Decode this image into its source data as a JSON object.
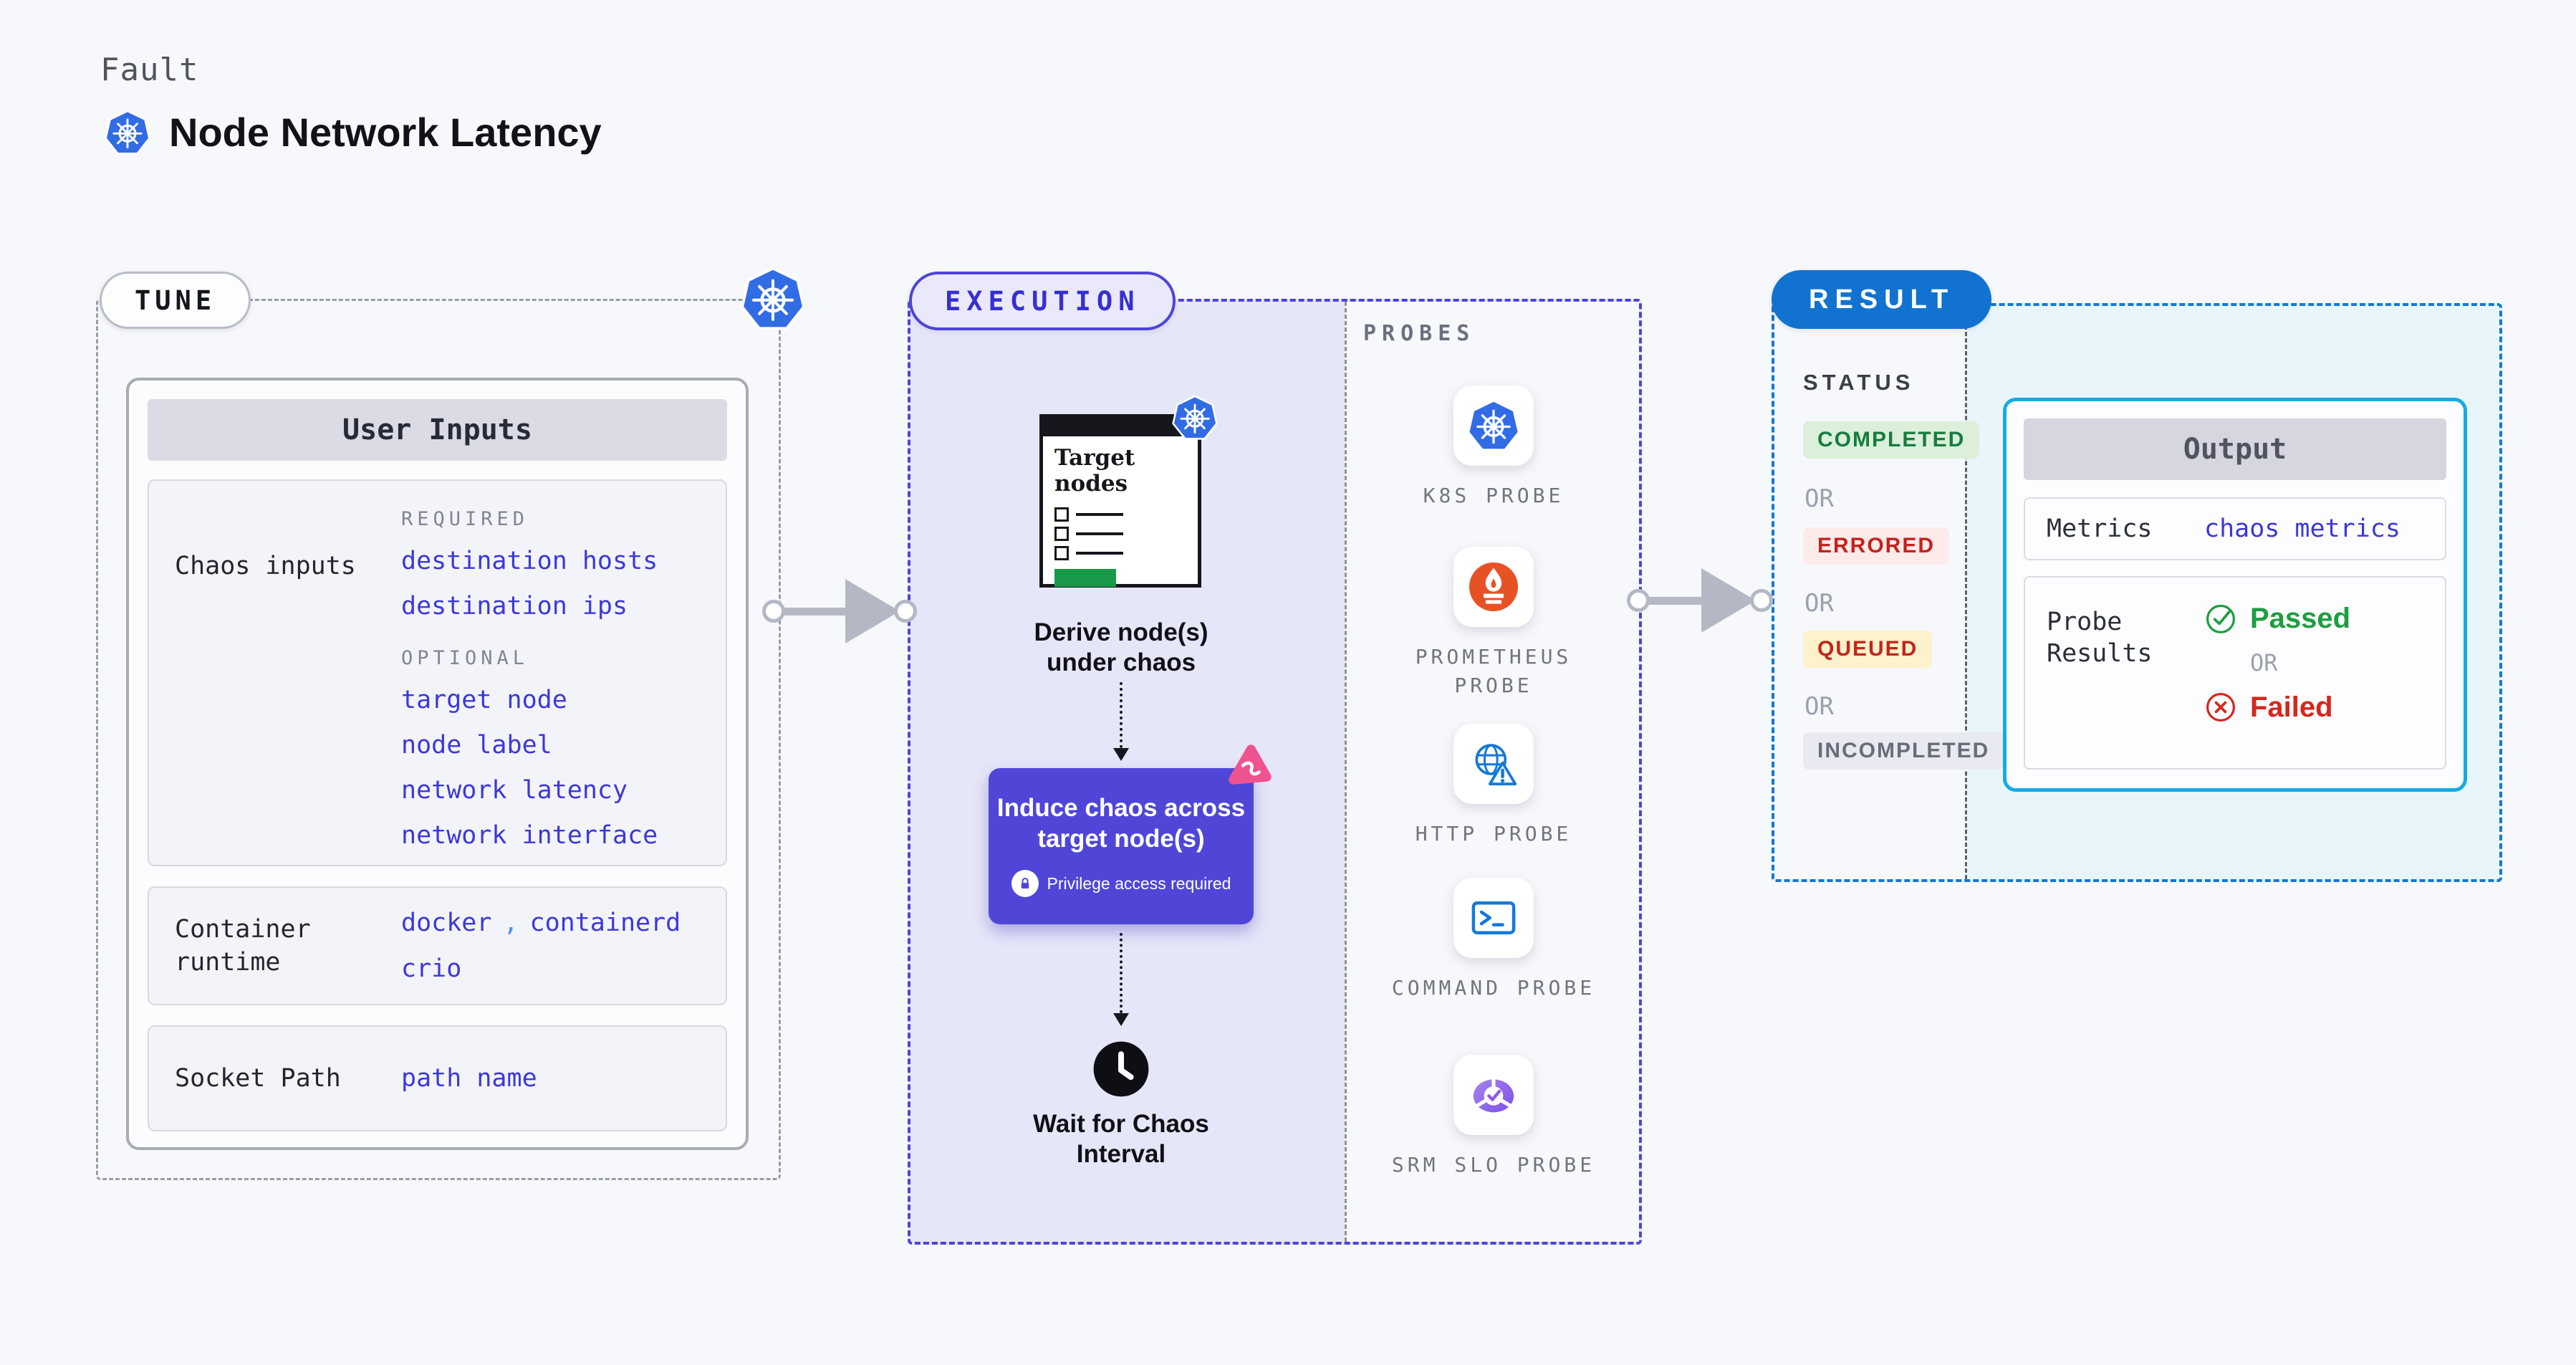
{
  "header": {
    "eyebrow": "Fault",
    "title": "Node Network Latency",
    "logo_icon": "kubernetes-icon"
  },
  "tune": {
    "badge": "TUNE",
    "corner_icon": "kubernetes-icon",
    "user_inputs": {
      "title": "User Inputs",
      "chaos_inputs": {
        "label": "Chaos inputs",
        "required_heading": "REQUIRED",
        "required": [
          "destination hosts",
          "destination ips"
        ],
        "optional_heading": "OPTIONAL",
        "optional": [
          "target node",
          "node label",
          "network latency",
          "network interface"
        ]
      },
      "container_runtime": {
        "label": "Container runtime",
        "value1": "docker",
        "separator": ",",
        "value2": "containerd",
        "value3": "crio"
      },
      "socket_path": {
        "label": "Socket Path",
        "value": "path name"
      }
    }
  },
  "execution": {
    "badge": "EXECUTION",
    "target_window": {
      "title": "Target nodes",
      "icon": "kubernetes-icon"
    },
    "derive_caption_line1": "Derive node(s)",
    "derive_caption_line2": "under chaos",
    "induce": {
      "title_line1": "Induce chaos across",
      "title_line2": "target node(s)",
      "note": "Privilege access required",
      "note_icon": "lock-icon",
      "corner_icon": "litmus-chaos-icon"
    },
    "wait_caption_line1": "Wait for Chaos",
    "wait_caption_line2": "Interval",
    "wait_icon": "clock-icon",
    "probes": {
      "heading": "PROBES",
      "items": [
        {
          "label": "K8S PROBE",
          "icon": "kubernetes-icon"
        },
        {
          "label": "PROMETHEUS PROBE",
          "icon": "prometheus-icon"
        },
        {
          "label": "HTTP PROBE",
          "icon": "http-globe-icon"
        },
        {
          "label": "COMMAND PROBE",
          "icon": "terminal-icon"
        },
        {
          "label": "SRM SLO PROBE",
          "icon": "slo-donut-icon"
        }
      ]
    }
  },
  "result": {
    "badge": "RESULT",
    "status": {
      "heading": "STATUS",
      "separator": "OR",
      "states": [
        {
          "label": "COMPLETED",
          "fg": "#177D3D",
          "bg": "#DCEFDB"
        },
        {
          "label": "ERRORED",
          "fg": "#C5221F",
          "bg": "#FCEBE9"
        },
        {
          "label": "QUEUED",
          "fg": "#C1261C",
          "bg": "#FDF2CB"
        },
        {
          "label": "INCOMPLETED",
          "fg": "#686D7A",
          "bg": "#E9EAF1"
        }
      ]
    },
    "output": {
      "title": "Output",
      "metrics_label": "Metrics",
      "metrics_value": "chaos metrics",
      "probe_label_line1": "Probe",
      "probe_label_line2": "Results",
      "passed": "Passed",
      "separator": "OR",
      "failed": "Failed",
      "passed_icon": "check-circle-icon",
      "failed_icon": "x-circle-icon"
    }
  },
  "colors": {
    "accent_indigo": "#4D45D5",
    "accent_blue": "#1173CF",
    "accent_cyan": "#16ABE4",
    "link_indigo": "#3C38DA",
    "kubernetes_blue": "#326CE5",
    "prometheus_orange": "#E75225",
    "litmus_pink": "#EE5390",
    "induce_box_indigo": "#4F46D8",
    "passed_green": "#1D9E3F",
    "failed_red": "#D7261B",
    "target_green": "#189A4A"
  }
}
